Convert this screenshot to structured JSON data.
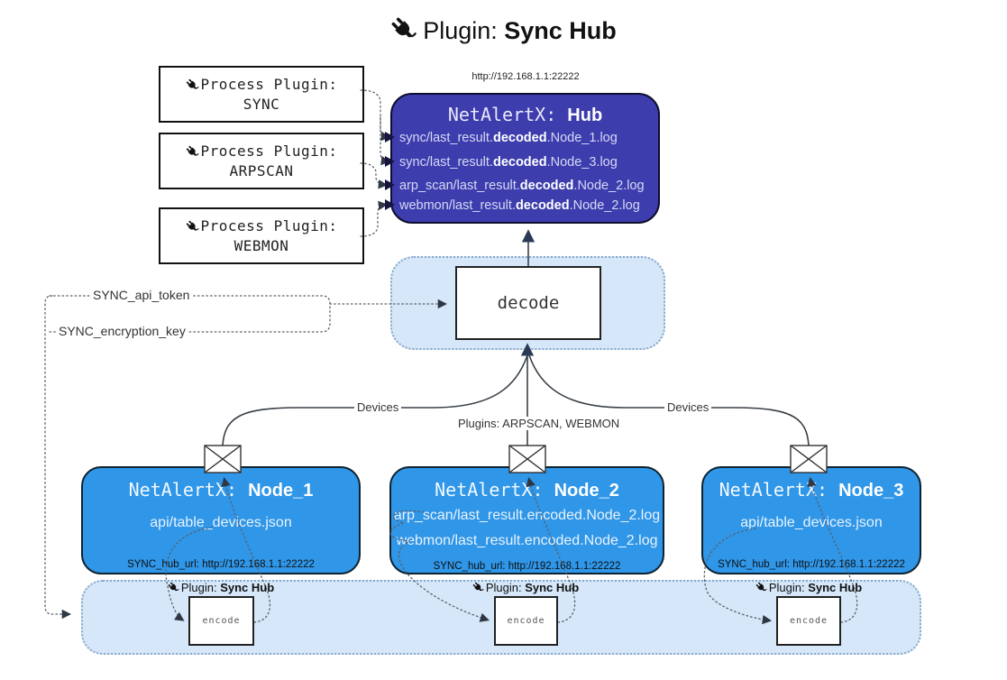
{
  "title": {
    "icon": "plug-icon",
    "prefix": "Plugin: ",
    "bold": "Sync Hub"
  },
  "colors": {
    "hub_bg": "#3d3dae",
    "node_bg": "#2f96e8",
    "panel_bg": "#d5e7f9",
    "panel_border": "#8aa7c7",
    "solid_line": "#3a4048",
    "dotted_line": "#5a6068",
    "arrow_head": "#2b3a55"
  },
  "process_plugins": [
    {
      "label": "Process Plugin:",
      "name": "SYNC"
    },
    {
      "label": "Process Plugin:",
      "name": "ARPSCAN"
    },
    {
      "label": "Process Plugin:",
      "name": "WEBMON"
    }
  ],
  "hub": {
    "url": "http://192.168.1.1:22222",
    "name_prefix": "NetAlertX: ",
    "name_bold": "Hub",
    "entries": [
      {
        "prefix": "sync/last_result.",
        "bold": "decoded",
        "suffix": ".Node_1.log"
      },
      {
        "prefix": "sync/last_result.",
        "bold": "decoded",
        "suffix": ".Node_3.log"
      },
      {
        "prefix": "arp_scan/last_result.",
        "bold": "decoded",
        "suffix": ".Node_2.log"
      },
      {
        "prefix": "webmon/last_result.",
        "bold": "decoded",
        "suffix": ".Node_2.log"
      }
    ]
  },
  "decode_box": {
    "label": "decode"
  },
  "config_labels": {
    "api_token": "SYNC_api_token",
    "encryption_key": "SYNC_encryption_key"
  },
  "edge_labels": {
    "devices_left": "Devices",
    "plugins_center": "Plugins: ARPSCAN, WEBMON",
    "devices_right": "Devices"
  },
  "nodes": [
    {
      "name_prefix": "NetAlertX: ",
      "name_bold": "Node_1",
      "files": [
        "api/table_devices.json"
      ],
      "hub_url": "SYNC_hub_url: http://192.168.1.1:22222"
    },
    {
      "name_prefix": "NetAlertX: ",
      "name_bold": "Node_2",
      "files": [
        "arp_scan/last_result.encoded.Node_2.log",
        "webmon/last_result.encoded.Node_2.log"
      ],
      "hub_url": "SYNC_hub_url: http://192.168.1.1:22222"
    },
    {
      "name_prefix": "NetAlertX: ",
      "name_bold": "Node_3",
      "files": [
        "api/table_devices.json"
      ],
      "hub_url": "SYNC_hub_url: http://192.168.1.1:22222"
    }
  ],
  "encoders": [
    {
      "prefix": "Plugin: ",
      "bold": "Sync Hub",
      "box_label": "encode"
    },
    {
      "prefix": "Plugin: ",
      "bold": "Sync Hub",
      "box_label": "encode"
    },
    {
      "prefix": "Plugin: ",
      "bold": "Sync Hub",
      "box_label": "encode"
    }
  ]
}
